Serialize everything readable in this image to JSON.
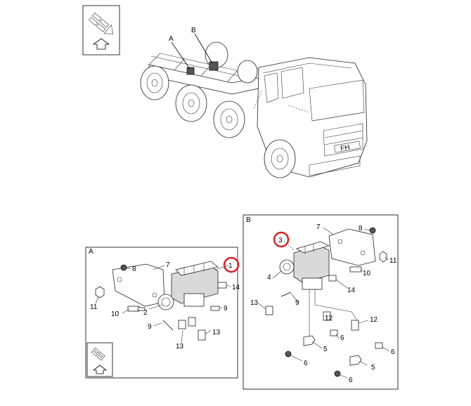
{
  "overview": {
    "callout_a": "A",
    "callout_b": "B",
    "plate_text": "FH"
  },
  "panel_a": {
    "title": "A",
    "labels": {
      "l1": "1",
      "l2": "2",
      "l7": "7",
      "l8": "8",
      "l9": "9",
      "l10": "10",
      "l11": "11",
      "l13a": "13",
      "l13b": "13",
      "l14": "14"
    }
  },
  "panel_b": {
    "title": "B",
    "labels": {
      "l3": "3",
      "l4": "4",
      "l7": "7",
      "l8": "8",
      "l9": "9",
      "l10": "10",
      "l11": "11",
      "l12a": "12",
      "l12b": "12",
      "l13": "13",
      "l14": "14",
      "l5a": "5",
      "l5b": "5",
      "l6a": "6",
      "l6b": "6",
      "l6c": "6",
      "l6d": "6"
    }
  },
  "highlight_color": "#d61c1c"
}
